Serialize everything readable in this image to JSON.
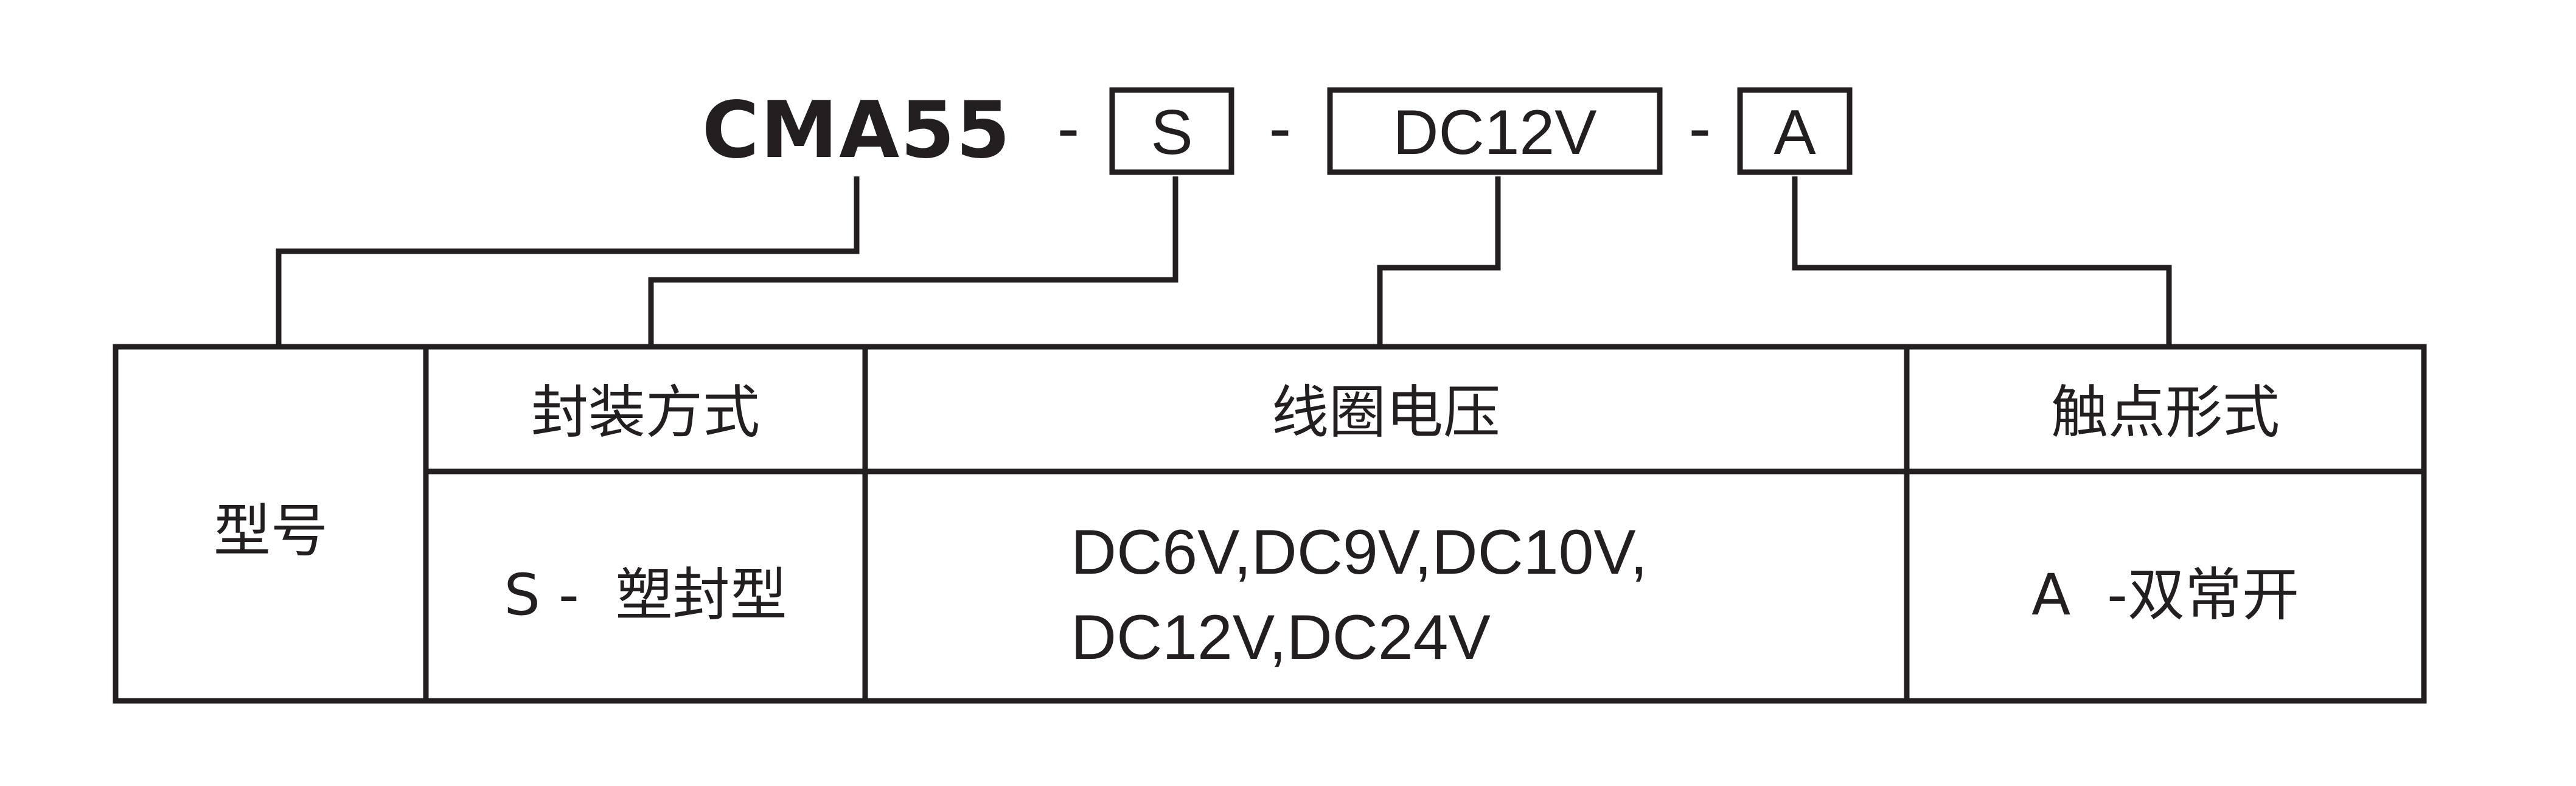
{
  "code": {
    "model": "CMA55",
    "sep1": "-",
    "package": "S",
    "sep2": "-",
    "voltage": "DC12V",
    "sep3": "-",
    "contact": "A"
  },
  "table": {
    "model_label": "型号",
    "package_header": "封装方式",
    "voltage_header": "线圈电压",
    "contact_header": "触点形式",
    "package_value": "S -  塑封型",
    "voltage_line1": "DC6V,DC9V,DC10V,",
    "voltage_line2": "DC12V,DC24V",
    "contact_value": "A  -双常开"
  },
  "colors": {
    "ink": "#231f20",
    "background": "#ffffff"
  }
}
